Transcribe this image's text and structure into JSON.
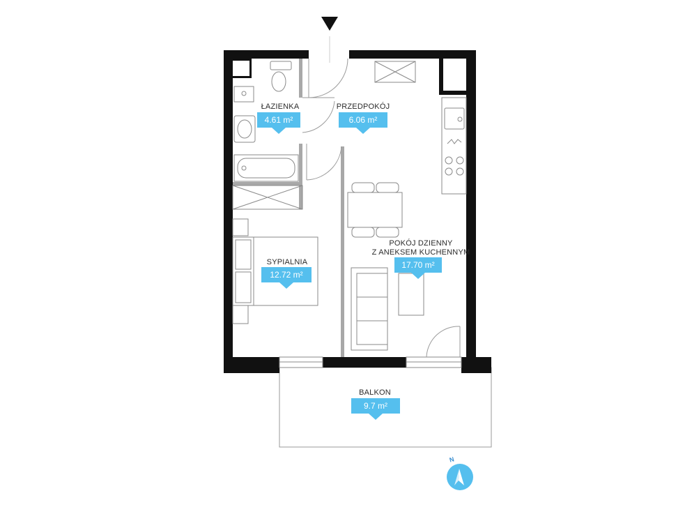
{
  "rooms": [
    {
      "id": "lazienka",
      "name": "ŁAZIENKA",
      "area": "4.61 m²"
    },
    {
      "id": "przedpokoj",
      "name": "PRZEDPOKÓJ",
      "area": "6.06 m²"
    },
    {
      "id": "sypialnia",
      "name": "SYPIALNIA",
      "area": "12.72 m²"
    },
    {
      "id": "pokoj",
      "name_line1": "POKÓJ DZIENNY",
      "name_line2": "Z ANEKSEM KUCHENNYM",
      "area": "17.70 m²"
    },
    {
      "id": "balkon",
      "name": "BALKON",
      "area": "9.7 m²"
    }
  ],
  "compass": {
    "label": "N",
    "color": "#55bfee"
  },
  "colors": {
    "badge": "#55bfee",
    "wall": "#111111",
    "furniture": "#8a8a8a"
  }
}
